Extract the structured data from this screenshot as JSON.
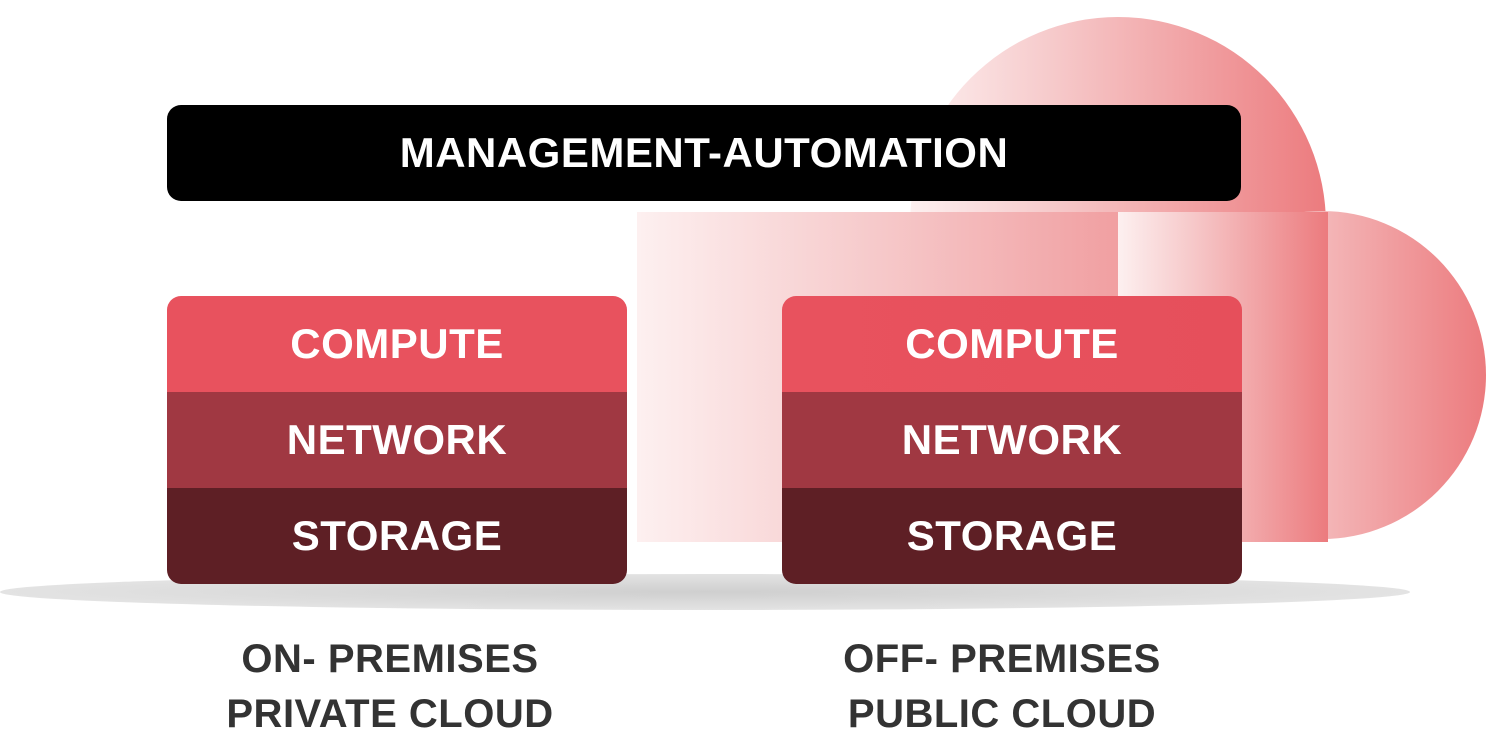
{
  "management": {
    "label": "MANAGEMENT-AUTOMATION"
  },
  "stacks": [
    {
      "layers": [
        "COMPUTE",
        "NETWORK",
        "STORAGE"
      ],
      "caption_line1": "ON- PREMISES",
      "caption_line2": "PRIVATE CLOUD"
    },
    {
      "layers": [
        "COMPUTE",
        "NETWORK",
        "STORAGE"
      ],
      "caption_line1": "OFF- PREMISES",
      "caption_line2": "PUBLIC CLOUD"
    }
  ],
  "colors": {
    "management_bar": "#000000",
    "compute": "#e8525e",
    "network": "#a03842",
    "storage": "#5e1f25",
    "cloud_light": "#fbe6e7",
    "cloud_dark": "#ec7b7e",
    "shadow": "#d6d6d6",
    "caption_text": "#333333"
  },
  "icons": {
    "background": "cloud-icon"
  }
}
